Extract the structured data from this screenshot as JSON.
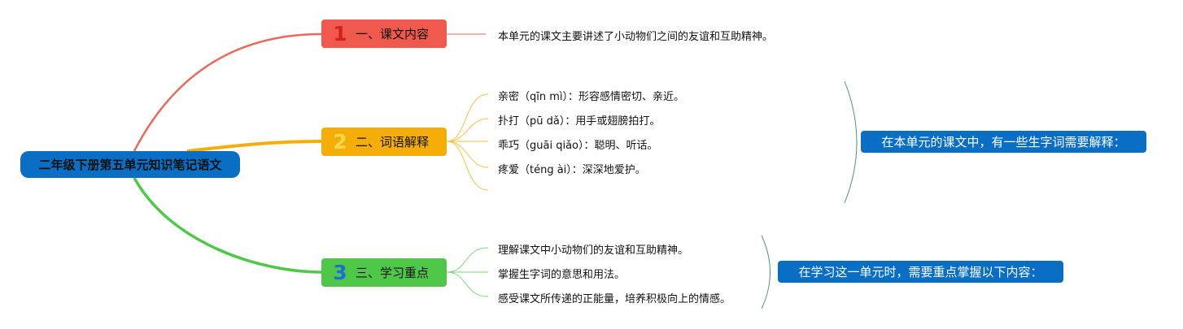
{
  "root": {
    "label": "二年级下册第五单元知识笔记语文",
    "color": "#0a6fc4"
  },
  "branches": [
    {
      "number": "1",
      "label": "一、课文内容",
      "color": "#f0594d",
      "items": [
        "本单元的课文主要讲述了小动物们之间的友谊和互助精神。"
      ]
    },
    {
      "number": "2",
      "label": "二、词语解释",
      "color": "#f5ad0a",
      "items": [
        "亲密（qīn mì）：形容感情密切、亲近。",
        "扑打（pū dǎ）：用手或翅膀拍打。",
        "乖巧（guāi qiǎo）：聪明、听话。",
        "疼爱（téng ài）：深深地爱护。"
      ],
      "summary": "在本单元的课文中，有一些生字词需要解释："
    },
    {
      "number": "3",
      "label": "三、学习重点",
      "color": "#4fc84a",
      "items": [
        "理解课文中小动物们的友谊和互助精神。",
        "掌握生字词的意思和用法。",
        "感受课文所传递的正能量，培养积极向上的情感。"
      ],
      "summary": "在学习这一单元时，需要重点掌握以下内容："
    }
  ]
}
